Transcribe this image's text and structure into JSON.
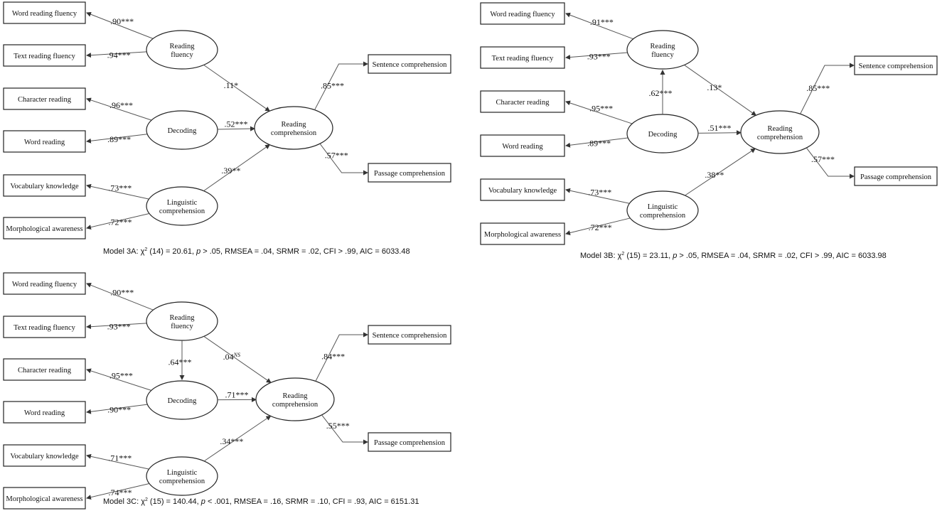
{
  "models": [
    {
      "id": "3A",
      "caption": {
        "pre": "Model 3A: χ",
        "sup": "2",
        "mid": " (14) = 20.61, ",
        "p": "p",
        "post": " > .05, RMSEA = .04, SRMR = .02, CFI > .99, AIC = 6033.48"
      },
      "indicators": [
        "Word reading fluency",
        "Text reading fluency",
        "Character reading",
        "Word reading",
        "Vocabulary knowledge",
        "Morphological awareness"
      ],
      "loadings": [
        ".90***",
        ".94***",
        ".96***",
        ".89***",
        ".73***",
        ".72***"
      ],
      "latents": [
        [
          "Reading",
          "fluency"
        ],
        [
          "Decoding"
        ],
        [
          "Linguistic",
          "comprehension"
        ]
      ],
      "outcome": [
        "Reading",
        "comprehension"
      ],
      "paths": [
        ".11*",
        ".52***",
        ".39**"
      ],
      "out_indicators": [
        "Sentence comprehension",
        "Passage comprehension"
      ],
      "out_loadings": [
        ".85***",
        ".57***"
      ],
      "fluency_decoding": null
    },
    {
      "id": "3B",
      "caption": {
        "pre": "Model 3B: χ",
        "sup": "2",
        "mid": " (15) = 23.11, ",
        "p": "p",
        "post": " > .05, RMSEA = .04, SRMR = .02, CFI > .99, AIC = 6033.98"
      },
      "indicators": [
        "Word reading fluency",
        "Text reading fluency",
        "Character reading",
        "Word reading",
        "Vocabulary knowledge",
        "Morphological awareness"
      ],
      "loadings": [
        ".91***",
        ".93***",
        ".95***",
        ".89***",
        ".73***",
        ".72***"
      ],
      "latents": [
        [
          "Reading",
          "fluency"
        ],
        [
          "Decoding"
        ],
        [
          "Linguistic",
          "comprehension"
        ]
      ],
      "outcome": [
        "Reading",
        "comprehension"
      ],
      "paths": [
        ".13*",
        ".51***",
        ".38**"
      ],
      "out_indicators": [
        "Sentence comprehension",
        "Passage comprehension"
      ],
      "out_loadings": [
        ".85***",
        ".57***"
      ],
      "fluency_decoding": ".62***"
    },
    {
      "id": "3C",
      "caption": {
        "pre": "Model 3C: χ",
        "sup": "2",
        "mid": " (15) = 140.44, ",
        "p": "p",
        "post": " < .001, RMSEA = .16, SRMR = .10, CFI = .93, AIC = 6151.31"
      },
      "indicators": [
        "Word reading fluency",
        "Text reading fluency",
        "Character reading",
        "Word reading",
        "Vocabulary knowledge",
        "Morphological awareness"
      ],
      "loadings": [
        ".90***",
        ".93***",
        ".95***",
        ".90***",
        ".71***",
        ".74***"
      ],
      "latents": [
        [
          "Reading",
          "fluency"
        ],
        [
          "Decoding"
        ],
        [
          "Linguistic",
          "comprehension"
        ]
      ],
      "outcome": [
        "Reading",
        "comprehension"
      ],
      "paths": [
        ".04NS",
        ".71***",
        ".34***"
      ],
      "out_indicators": [
        "Sentence comprehension",
        "Passage comprehension"
      ],
      "out_loadings": [
        ".84***",
        ".55***"
      ],
      "fluency_decoding": ".64***"
    }
  ]
}
